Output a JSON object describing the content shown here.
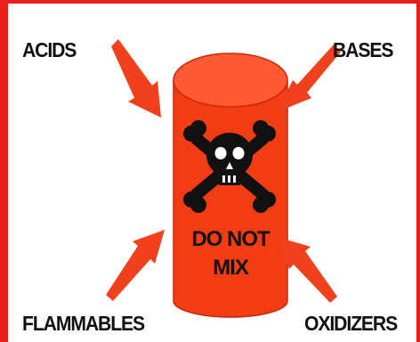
{
  "labels": {
    "top_left": "ACIDS",
    "top_right": "BASES",
    "bottom_left": "FLAMMABLES",
    "bottom_right": "OXIDIZERS"
  },
  "drum": {
    "line1": "DO NOT",
    "line2": "MIX",
    "symbol": "skull-crossbones-icon"
  },
  "colors": {
    "border": "#e8201c",
    "drum_body": "#f23c14",
    "drum_top": "#ff5a32",
    "arrow": "#f0401c",
    "text": "#111111"
  }
}
